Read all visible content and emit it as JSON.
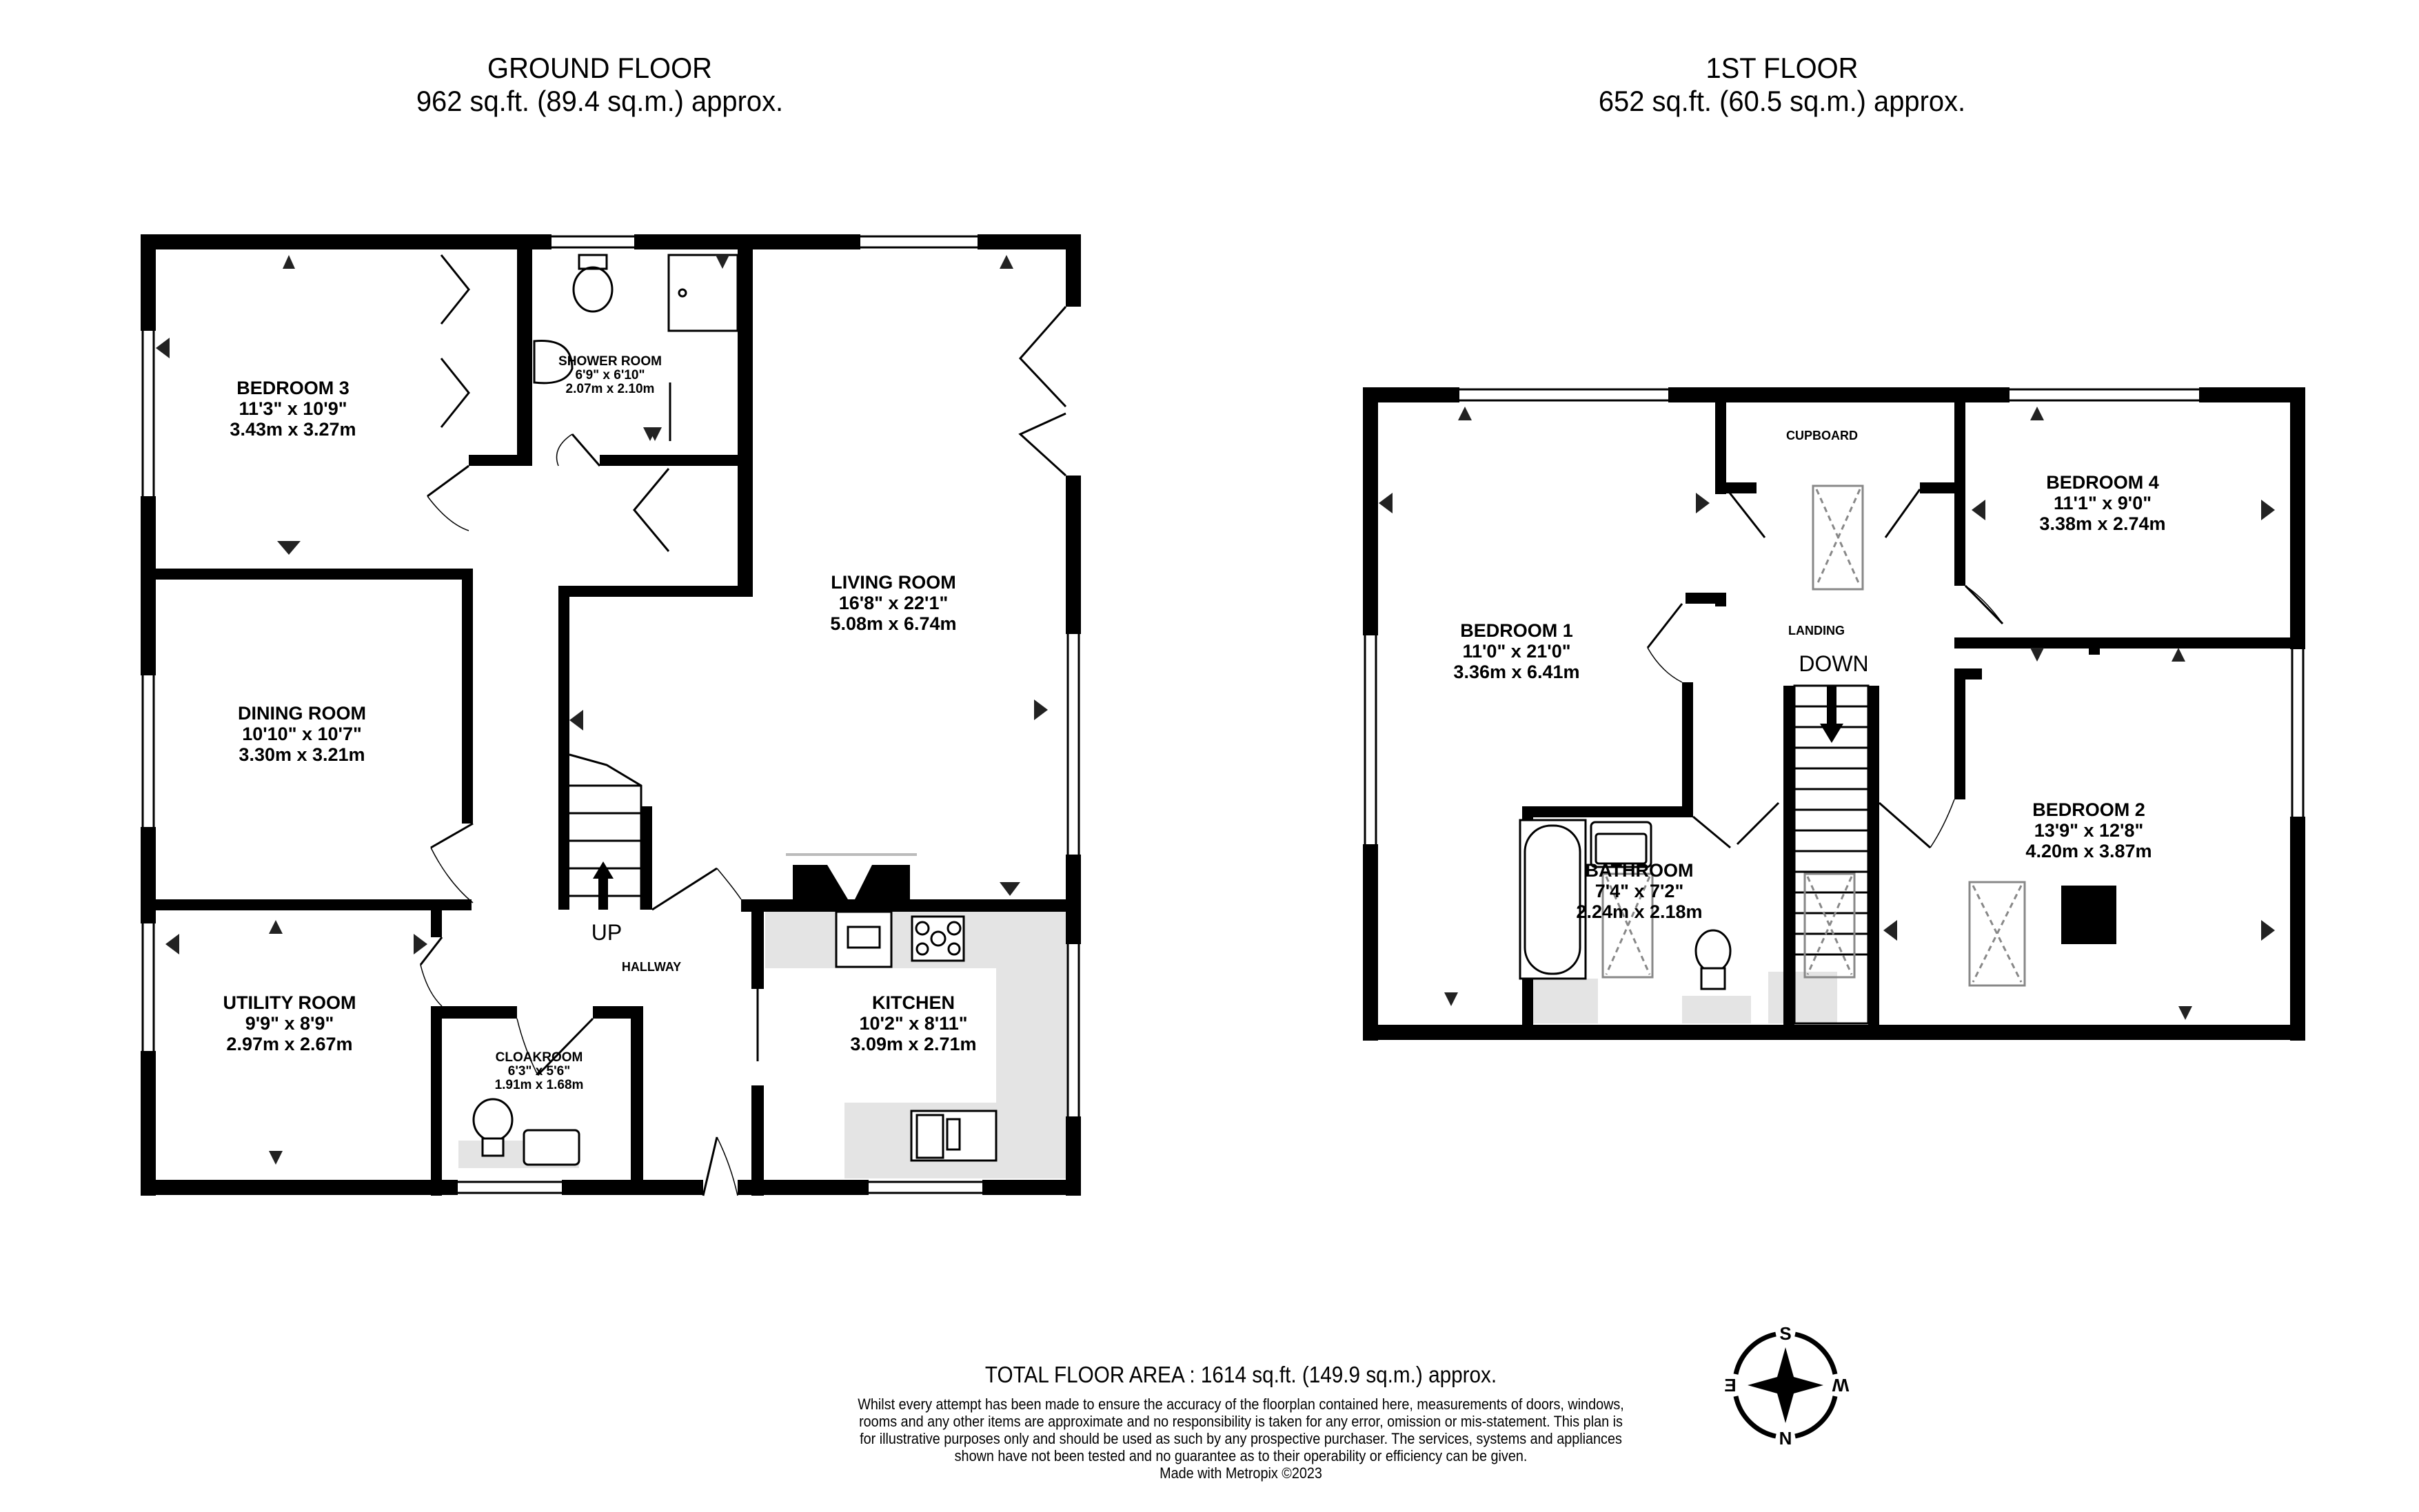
{
  "floors": {
    "ground": {
      "title": "GROUND FLOOR",
      "area": "962 sq.ft. (89.4 sq.m.) approx.",
      "rooms": [
        {
          "name": "BEDROOM 3",
          "imperial": "11'3\"  x 10'9\"",
          "metric": "3.43m  x 3.27m"
        },
        {
          "name": "SHOWER ROOM",
          "imperial": "6'9\"  x 6'10\"",
          "metric": "2.07m  x 2.10m"
        },
        {
          "name": "LIVING ROOM",
          "imperial": "16'8\"  x 22'1\"",
          "metric": "5.08m  x 6.74m"
        },
        {
          "name": "DINING ROOM",
          "imperial": "10'10\"  x 10'7\"",
          "metric": "3.30m  x 3.21m"
        },
        {
          "name": "UTILITY ROOM",
          "imperial": "9'9\"  x 8'9\"",
          "metric": "2.97m  x 2.67m"
        },
        {
          "name": "CLOAKROOM",
          "imperial": "6'3\"  x 5'6\"",
          "metric": "1.91m  x 1.68m"
        },
        {
          "name": "KITCHEN",
          "imperial": "10'2\"  x 8'11\"",
          "metric": "3.09m  x 2.71m"
        }
      ],
      "labels": {
        "hallway": "HALLWAY",
        "stairs": "UP"
      }
    },
    "first": {
      "title": "1ST FLOOR",
      "area": "652 sq.ft. (60.5 sq.m.) approx.",
      "rooms": [
        {
          "name": "BEDROOM 1",
          "imperial": "11'0\"  x 21'0\"",
          "metric": "3.36m  x 6.41m"
        },
        {
          "name": "BEDROOM 4",
          "imperial": "11'1\"  x 9'0\"",
          "metric": "3.38m  x 2.74m"
        },
        {
          "name": "BATHROOM",
          "imperial": "7'4\"  x 7'2\"",
          "metric": "2.24m  x 2.18m"
        },
        {
          "name": "BEDROOM 2",
          "imperial": "13'9\"  x 12'8\"",
          "metric": "4.20m  x 3.87m"
        }
      ],
      "labels": {
        "cupboard": "CUPBOARD",
        "landing": "LANDING",
        "stairs": "DOWN"
      }
    }
  },
  "footer": {
    "total_area": "TOTAL FLOOR AREA : 1614 sq.ft. (149.9 sq.m.) approx.",
    "disclaimer": "Whilst every attempt has been made to ensure the accuracy of the floorplan contained here, measurements of doors, windows, rooms and any other items are approximate and no responsibility is taken for any error, omission or mis-statement. This plan is for illustrative purposes only and should be used as such by any prospective purchaser. The services, systems and appliances shown have not been tested and no guarantee as to their operability or efficiency can be given.",
    "credit": "Made with Metropix ©2023"
  },
  "compass": {
    "icon": "compass-rose-icon",
    "top": "S",
    "bottom": "N",
    "left": "E",
    "right": "W"
  },
  "colors": {
    "wall": "#000000",
    "counter": "#e4e4e4",
    "marker": "#222222",
    "fixture_line": "#777777"
  }
}
